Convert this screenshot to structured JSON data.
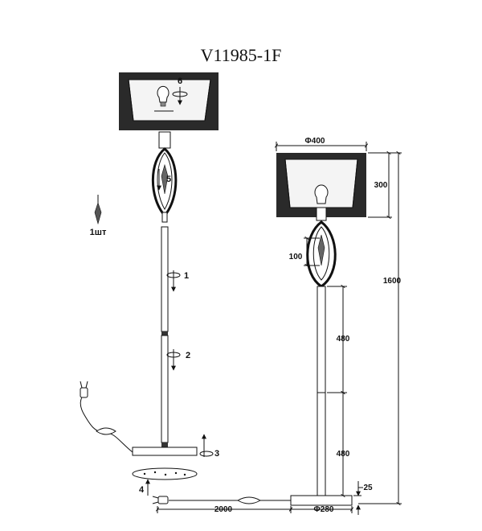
{
  "title": "V11985-1F",
  "part_count_label": "1шт",
  "steps": {
    "shade": "6",
    "holder": "5",
    "rod_upper": "1",
    "rod_lower": "2",
    "base": "3",
    "plate": "4"
  },
  "dimensions": {
    "shade_diameter": "Φ400",
    "shade_height": "300",
    "total_height": "1600",
    "pendant": "100",
    "rod_upper": "480",
    "rod_lower": "480",
    "base_height": "25",
    "cable_length": "2000",
    "base_diameter": "Φ280"
  }
}
